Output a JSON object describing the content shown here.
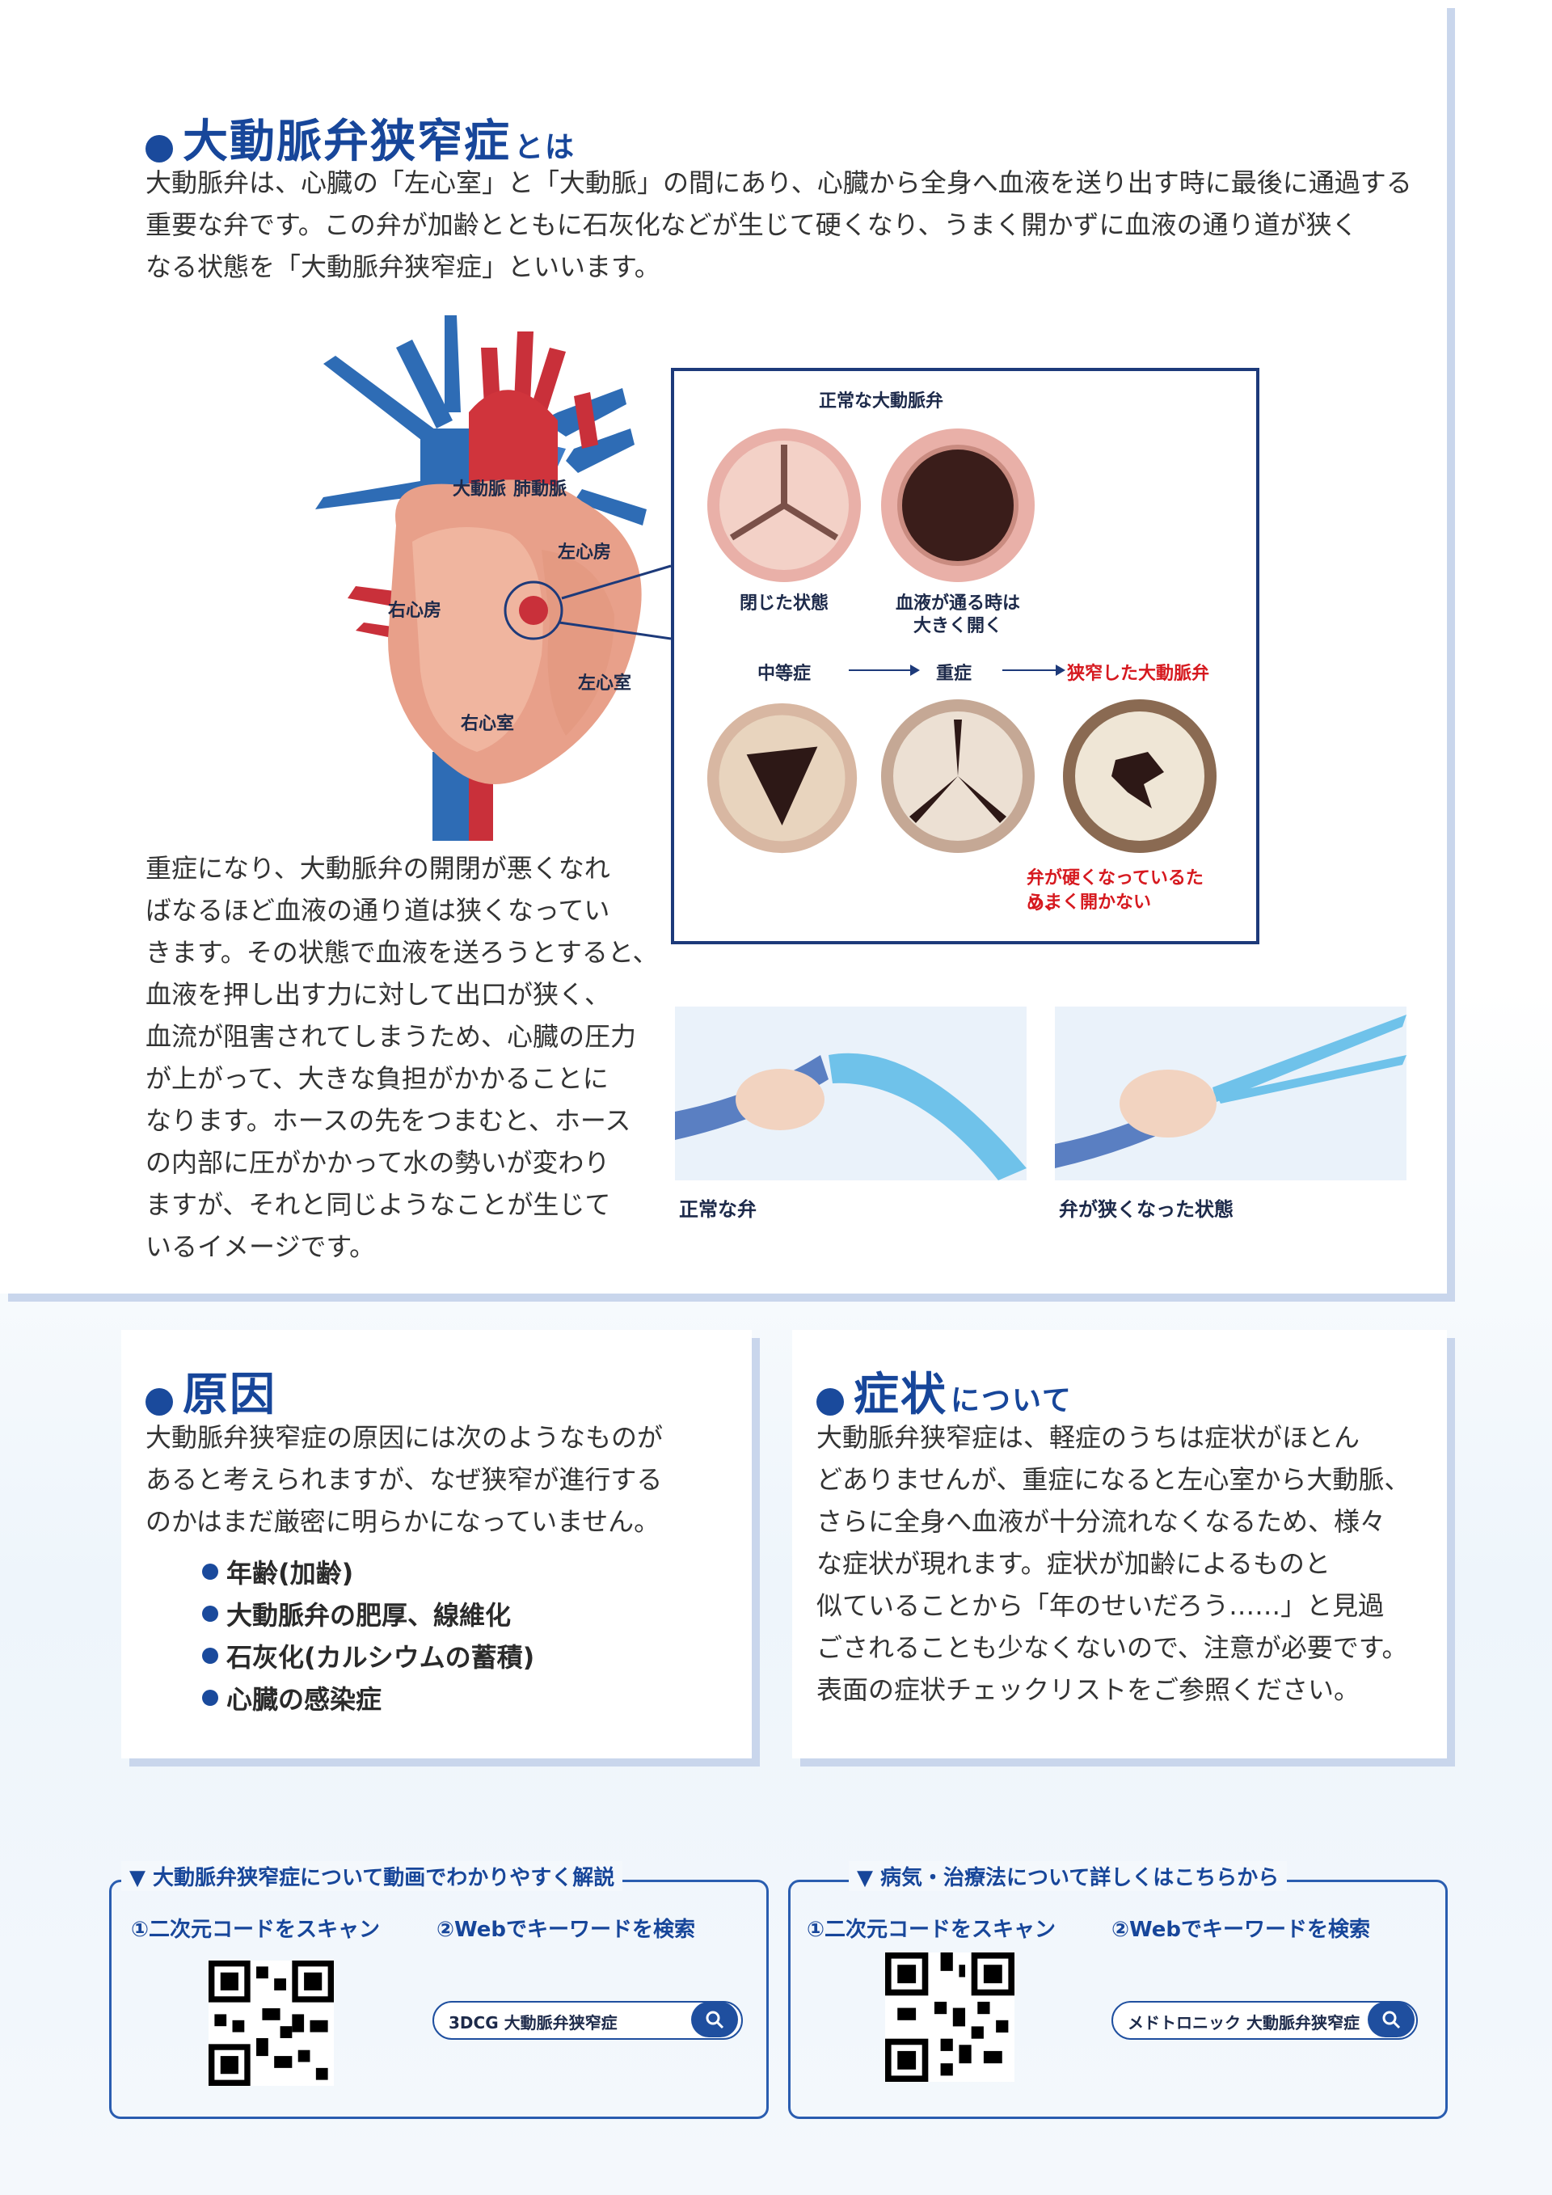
{
  "section1": {
    "title": "大動脈弁狭窄症",
    "title_suffix": "とは",
    "intro": [
      "大動脈弁は、心臓の「左心室」と「大動脈」の間にあり、心臓から全身へ血液を送り出す時に最後に通過する",
      "重要な弁です。この弁が加齢とともに石灰化などが生じて硬くなり、うまく開かずに血液の通り道が狭く",
      "なる状態を「大動脈弁狭窄症」といいます。"
    ],
    "heart_labels": {
      "aorta": "大動脈",
      "pulmonary_artery": "肺動脈",
      "left_atrium": "左心房",
      "right_atrium": "右心房",
      "left_ventricle": "左心室",
      "right_ventricle": "右心室"
    },
    "valve_panel": {
      "normal_title": "正常な大動脈弁",
      "closed": "閉じた状態",
      "open_line1": "血液が通る時は",
      "open_line2": "大きく開く",
      "moderate": "中等症",
      "severe": "重症",
      "stenotic": "狭窄した大動脈弁",
      "note_line1": "弁が硬くなっているため、",
      "note_line2": "うまく開かない"
    },
    "explanation": [
      "重症になり、大動脈弁の開閉が悪くなれ",
      "ばなるほど血液の通り道は狭くなってい",
      "きます。その状態で血液を送ろうとすると、",
      "血液を押し出す力に対して出口が狭く、",
      "血流が阻害されてしまうため、心臓の圧力",
      "が上がって、大きな負担がかかることに",
      "なります。ホースの先をつまむと、ホース",
      "の内部に圧がかかって水の勢いが変わり",
      "ますが、それと同じようなことが生じて",
      "いるイメージです。"
    ],
    "hose_normal": "正常な弁",
    "hose_narrow": "弁が狭くなった状態"
  },
  "cause": {
    "title": "原因",
    "text": [
      "大動脈弁狭窄症の原因には次のようなものが",
      "あると考えられますが、なぜ狭窄が進行する",
      "のかはまだ厳密に明らかになっていません。"
    ],
    "items": [
      "年齢(加齢)",
      "大動脈弁の肥厚、線維化",
      "石灰化(カルシウムの蓄積)",
      "心臓の感染症"
    ]
  },
  "symptoms": {
    "title": "症状",
    "title_suffix": "について",
    "text": [
      "大動脈弁狭窄症は、軽症のうちは症状がほとん",
      "どありませんが、重症になると左心室から大動脈、",
      "さらに全身へ血液が十分流れなくなるため、様々",
      "な症状が現れます。症状が加齢によるものと",
      "似ていることから「年のせいだろう……」と見過",
      "ごされることも少なくないので、注意が必要です。",
      "表面の症状チェックリストをご参照ください。"
    ]
  },
  "box_video": {
    "title": "▼ 大動脈弁狭窄症について動画でわかりやすく解説",
    "step1": "①二次元コードをスキャン",
    "step2": "②Webでキーワードを検索",
    "search": "3DCG 大動脈弁狭窄症"
  },
  "box_info": {
    "title": "▼ 病気・治療法について詳しくはこちらから",
    "step1": "①二次元コードをスキャン",
    "step2": "②Webでキーワードを検索",
    "search": "メドトロニック 大動脈弁狭窄症"
  },
  "colors": {
    "accent": "#17469a",
    "red": "#d6191f",
    "shadow": "#c9d6ec"
  }
}
